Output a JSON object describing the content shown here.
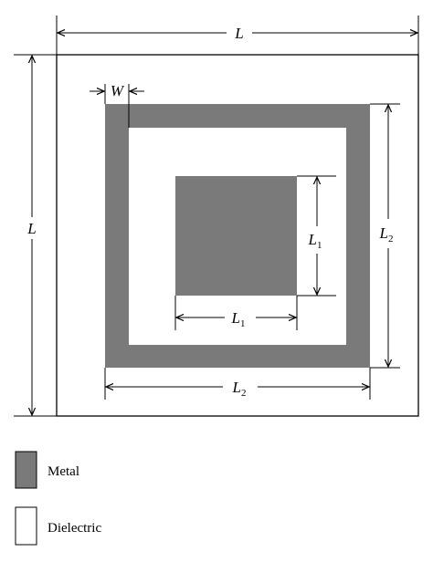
{
  "diagram": {
    "colors": {
      "metal": "#7a7a7a",
      "dielectric": "#ffffff",
      "line": "#000000"
    },
    "dimensions": {
      "outer_width": {
        "symbol": "L",
        "sub": ""
      },
      "outer_height": {
        "symbol": "L",
        "sub": ""
      },
      "strip_width": {
        "symbol": "W",
        "sub": ""
      },
      "inner_height": {
        "symbol": "L",
        "sub": "1"
      },
      "inner_width": {
        "symbol": "L",
        "sub": "1"
      },
      "ring_height": {
        "symbol": "L",
        "sub": "2"
      },
      "ring_width": {
        "symbol": "L",
        "sub": "2"
      }
    }
  },
  "legend": {
    "items": [
      {
        "label": "Metal",
        "swatch_color": "#7a7a7a"
      },
      {
        "label": "Dielectric",
        "swatch_color": "#ffffff"
      }
    ]
  }
}
